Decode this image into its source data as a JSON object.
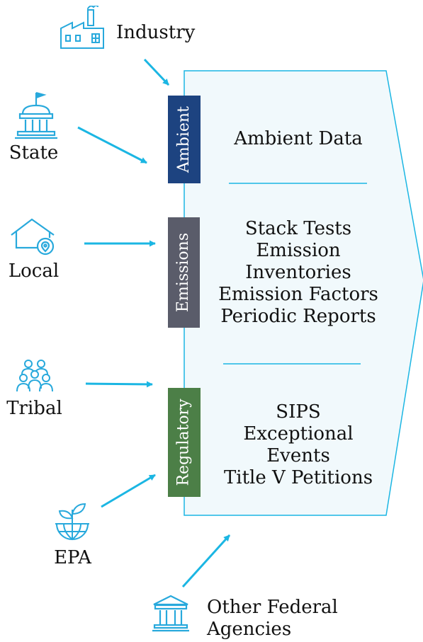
{
  "sources": {
    "industry": "Industry",
    "state": "State",
    "local": "Local",
    "tribal": "Tribal",
    "epa": "EPA",
    "other_federal": [
      "Other Federal",
      "Agencies"
    ]
  },
  "categories": {
    "ambient": {
      "tag": "Ambient",
      "items": [
        "Ambient Data"
      ]
    },
    "emissions": {
      "tag": "Emissions",
      "items": [
        "Stack Tests",
        "Emission",
        "Inventories",
        "Emission Factors",
        "Periodic Reports"
      ]
    },
    "regulatory": {
      "tag": "Regulatory",
      "items": [
        "SIPS",
        "Exceptional",
        "Events",
        "Title V Petitions"
      ]
    }
  },
  "colors": {
    "accent_cyan": "#1bb6e3",
    "icon_blue": "#28a9dc",
    "container_fill": "#f1f9fc",
    "ambient_tag": "#1d4380",
    "emissions_tag": "#5a5c6a",
    "regulatory_tag": "#4c7f47"
  },
  "icons": {
    "industry": "factory-icon",
    "state": "capitol-building-icon",
    "local": "house-location-icon",
    "tribal": "people-group-icon",
    "epa": "plant-globe-icon",
    "other_federal": "government-building-icon"
  }
}
